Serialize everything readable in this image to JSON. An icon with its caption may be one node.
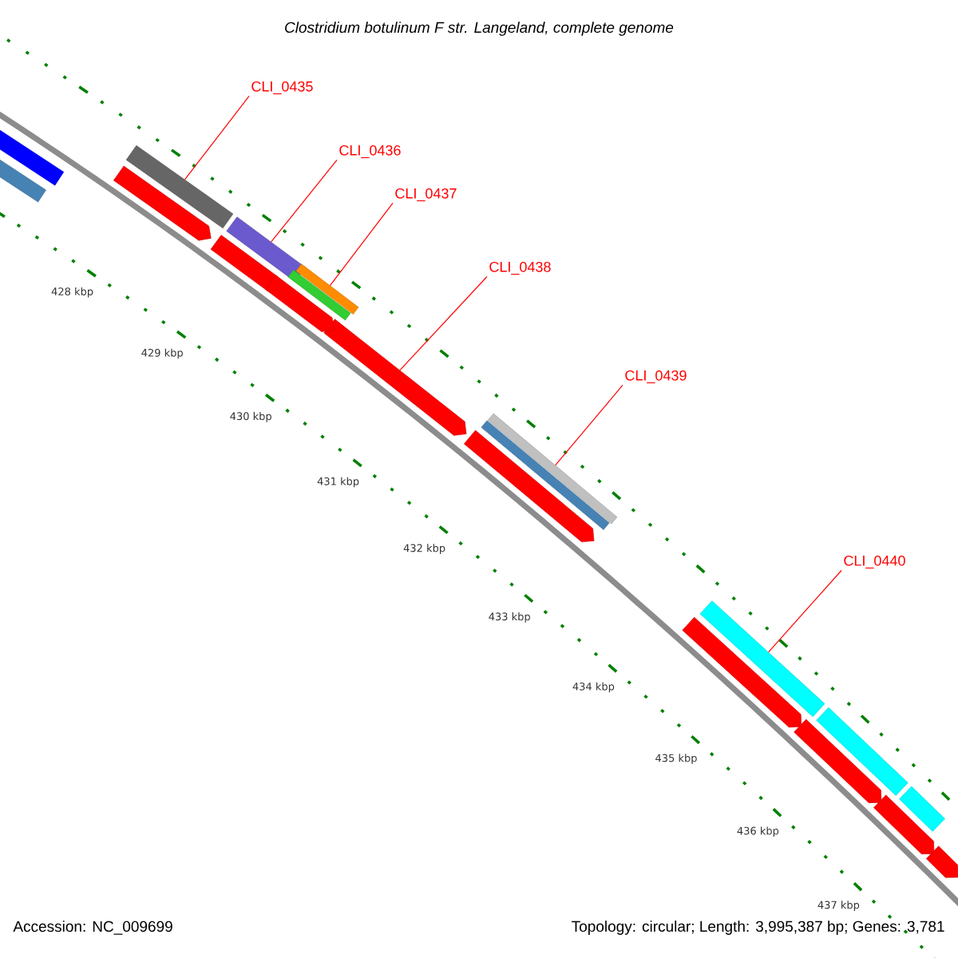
{
  "diagram": {
    "title": "Clostridium botulinum F str. Langeland, complete genome",
    "nodes": [
      {
        "text": [
          "CLI_0435"
        ]
      },
      {
        "text": [],
        "shape": "bar"
      },
      {
        "text": [
          "CLI_0436"
        ]
      },
      {
        "text": [],
        "shape": "bar"
      },
      {
        "text": [
          "CLI_0437"
        ]
      },
      {
        "text": [],
        "shape": "bar"
      },
      {
        "text": [
          "CLI_0438"
        ]
      },
      {
        "text": [],
        "shape": "bar"
      },
      {
        "text": [
          "CLI_0439"
        ]
      },
      {
        "text": [],
        "shape": "bar"
      },
      {
        "text": [
          "CLI_0440"
        ]
      },
      {
        "text": [],
        "shape": "bar"
      },
      {
        "text": [],
        "shape": "bar"
      },
      {
        "text": [],
        "shape": "bar"
      },
      {
        "text": [],
        "shape": "bar"
      },
      {
        "text": [],
        "shape": "bar"
      },
      {
        "text": [],
        "shape": "bar"
      },
      {
        "text": [],
        "shape": "bar"
      },
      {
        "text": [],
        "shape": "bar"
      },
      {
        "text": [],
        "shape": "bar"
      },
      {
        "text": [],
        "shape": "bar"
      },
      {
        "text": [],
        "shape": "bar"
      },
      {
        "text": [],
        "shape": "bar"
      },
      {
        "text": [],
        "shape": "bar"
      },
      {
        "text": [],
        "shape": "bar"
      },
      {
        "text": [],
        "shape": "bar"
      }
    ],
    "edges": [
      {
        "from": 0,
        "to": 1,
        "arrow": "none"
      },
      {
        "from": 2,
        "to": 3,
        "arrow": "none"
      },
      {
        "from": 4,
        "to": 5,
        "arrow": "none"
      },
      {
        "from": 6,
        "to": 7,
        "arrow": "none"
      },
      {
        "from": 8,
        "to": 9,
        "arrow": "none"
      },
      {
        "from": 10,
        "to": 11,
        "arrow": "none"
      }
    ],
    "labels": [
      "428 kbp",
      "429 kbp",
      "430 kbp",
      "431 kbp",
      "432 kbp",
      "433 kbp",
      "434 kbp",
      "435 kbp",
      "436 kbp",
      "437 kbp",
      "Accession: NC_009699",
      "Topology: circular; Length: 3,995,387 bp; Genes: 3,781"
    ]
  }
}
